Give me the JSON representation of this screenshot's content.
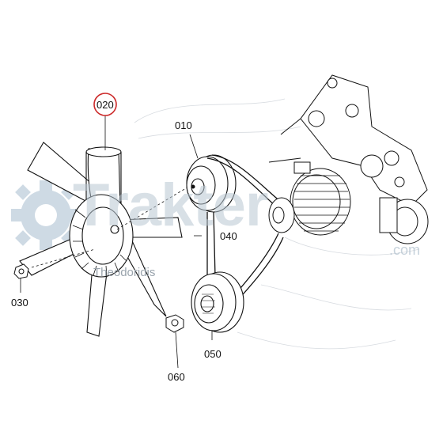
{
  "callouts": {
    "p010": "010",
    "p020": "020",
    "p030": "030",
    "p040": "040",
    "p050": "050",
    "p060": "060"
  },
  "highlight": {
    "part": "020",
    "color": "#cc2a2a"
  },
  "watermark": {
    "brand": "Trakter",
    "domain": ".com",
    "sub": "Theodoridis",
    "color": "#b9c7d3"
  },
  "colors": {
    "ink": "#111111",
    "light_ink": "#9aa4ad",
    "gear": "#c9d6e2"
  }
}
